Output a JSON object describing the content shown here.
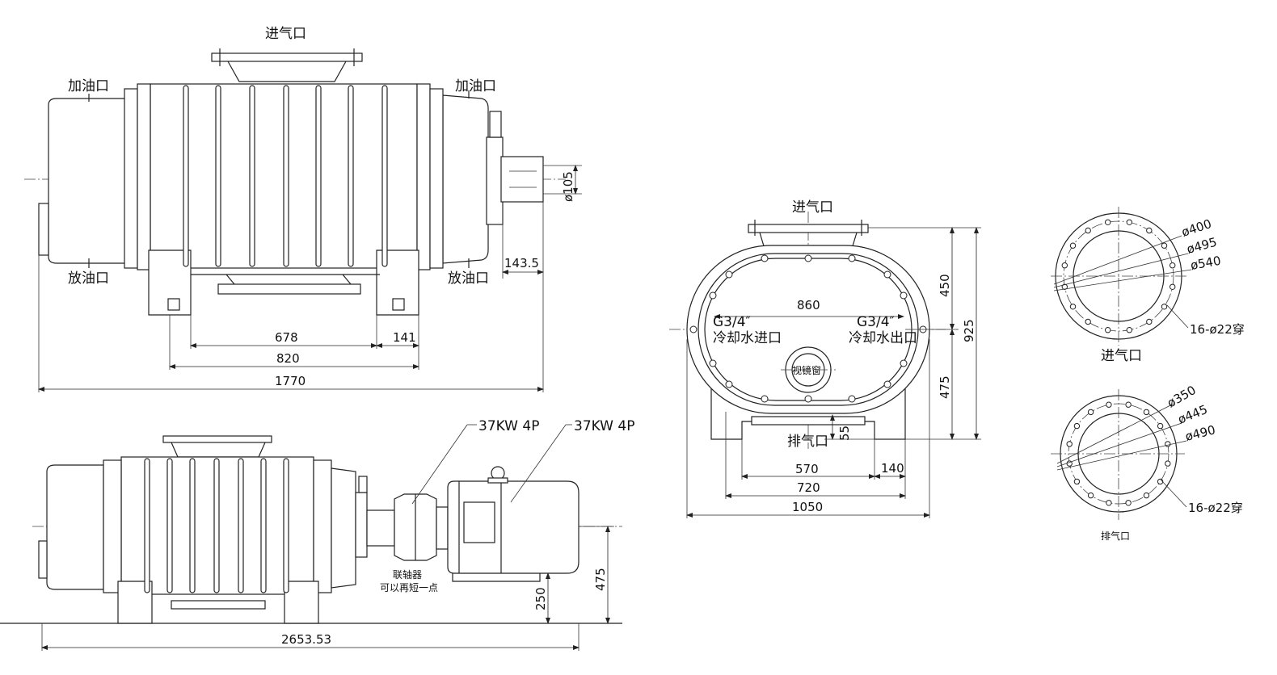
{
  "front_view": {
    "labels": {
      "inlet": "进气口",
      "oil_fill_left": "加油口",
      "oil_fill_right": "加油口",
      "oil_drain_left": "放油口",
      "oil_drain_right": "放油口"
    },
    "dims": {
      "shaft_dia": "ø105",
      "shaft_ext": "143.5",
      "foot_inner": "678",
      "foot_right": "141",
      "foot_span": "820",
      "length": "1770"
    }
  },
  "top_view": {
    "motor_label_1": "37KW 4P",
    "motor_label_2": "37KW 4P",
    "coupling_note_1": "联轴器",
    "coupling_note_2": "可以再短一点",
    "dims": {
      "shaft_height": "250",
      "motor_height": "475",
      "total_length": "2653.53"
    }
  },
  "side_view": {
    "labels": {
      "inlet": "进气口",
      "outlet": "排气口",
      "water_in_thread": "G3/4″",
      "water_in": "冷却水进口",
      "water_out_thread": "G3/4″",
      "water_out": "冷却水出口",
      "sight_glass": "视镜窗"
    },
    "dims": {
      "water_span": "860",
      "upper": "450",
      "total_height": "925",
      "lower": "475",
      "outlet_offset": "55",
      "foot_inner": "570",
      "foot_right": "140",
      "foot_span": "720",
      "width": "1050"
    }
  },
  "flanges": {
    "inlet": {
      "d1": "ø400",
      "d2": "ø495",
      "d3": "ø540",
      "holes": "16-ø22穿",
      "caption": "进气口"
    },
    "outlet": {
      "d1": "ø350",
      "d2": "ø445",
      "d3": "ø490",
      "holes": "16-ø22穿",
      "caption": "排气口"
    }
  }
}
